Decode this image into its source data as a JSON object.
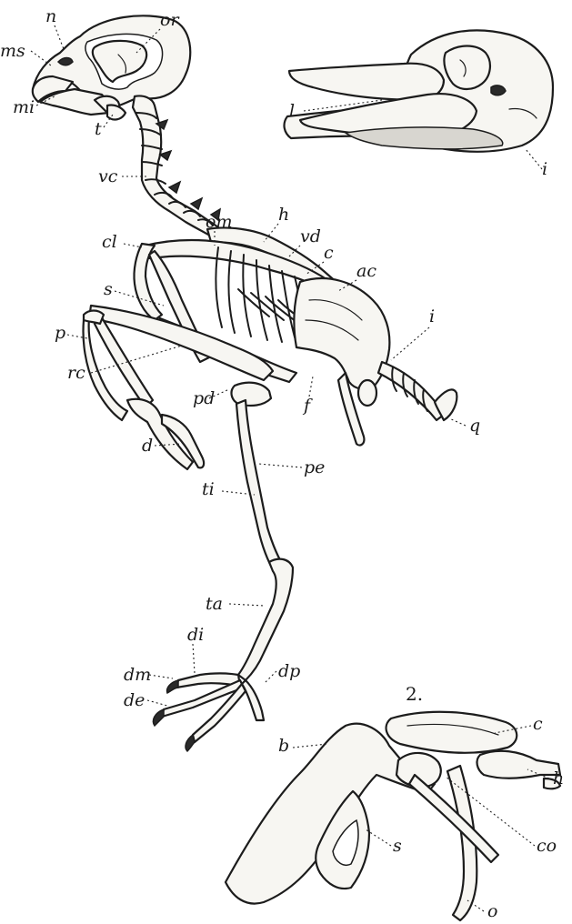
{
  "figure_number": "2.",
  "labels": {
    "n": "n",
    "or": "or",
    "ms": "ms",
    "mi": "mi",
    "t": "t",
    "vc": "vc",
    "om": "om",
    "h": "h",
    "vd": "vd",
    "c": "c",
    "ac": "ac",
    "cl": "cl",
    "s": "s",
    "i": "i",
    "p": "p",
    "rc": "rc",
    "pd": "pd",
    "f": "f",
    "q": "q",
    "d": "d",
    "pe": "pe",
    "ti": "ti",
    "ta": "ta",
    "di": "di",
    "dm": "dm",
    "dp": "dp",
    "de": "de",
    "l": "l"
  },
  "fig2_labels": {
    "c": "c",
    "b": "b",
    "h": "h",
    "s": "s",
    "co": "co",
    "o": "o"
  }
}
